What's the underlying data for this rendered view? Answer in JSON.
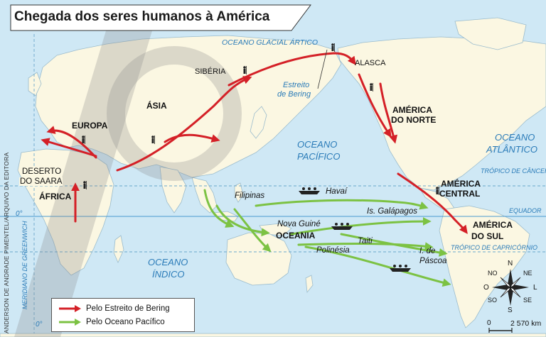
{
  "title": "Chegada dos seres humanos à América",
  "credit": "ANDERSON DE ANDRADE PIMENTEL/ARQUIVO DA EDITORA",
  "labels": {
    "oceano_glacial": "OCEANO GLACIAL ÁRTICO",
    "siberia": "SIBÉRIA",
    "alasca": "ALASCA",
    "estreito_1": "Estreito",
    "estreito_2": "de Bering",
    "asia": "ÁSIA",
    "europa": "EUROPA",
    "america_norte_1": "AMÉRICA",
    "america_norte_2": "DO NORTE",
    "oceano_atl_1": "OCEANO",
    "oceano_atl_2": "ATLÂNTICO",
    "oceano_pac_1": "OCEANO",
    "oceano_pac_2": "PACÍFICO",
    "deserto_1": "DESERTO",
    "deserto_2": "DO SAARA",
    "africa": "ÁFRICA",
    "tropico_cancer": "TRÓPICO DE CÂNCER",
    "america_central_1": "AMÉRICA",
    "america_central_2": "CENTRAL",
    "filipinas": "Filipinas",
    "havai": "Havaí",
    "galapagos": "Is. Galápagos",
    "equador": "EQUADOR",
    "zero_grau_eq": "0°",
    "nova_guine": "Nova Guiné",
    "oceania": "OCEANIA",
    "taiti": "Taiti",
    "america_sul_1": "AMÉRICA",
    "america_sul_2": "DO SUL",
    "polinesia": "Polinésia",
    "tropico_capricornio": "TRÓPICO DE CAPRICÓRNIO",
    "ilha_pascoa_1": "I. de",
    "ilha_pascoa_2": "Páscoa",
    "oceano_ind_1": "OCEANO",
    "oceano_ind_2": "ÍNDICO",
    "meridiano": "MERIDIANO DE GREENWICH",
    "zero_grau_mer": "0°"
  },
  "compass": {
    "n": "N",
    "s": "S",
    "l": "L",
    "o": "O",
    "ne": "NE",
    "no": "NO",
    "se": "SE",
    "so": "SO"
  },
  "scale": {
    "zero": "0",
    "value": "2 570 km"
  },
  "legend": {
    "bering": "Pelo Estreito de Bering",
    "pacifico": "Pelo Oceano Pacífico"
  },
  "colors": {
    "ocean": "#cfe8f5",
    "land": "#fbf7e2",
    "red_route": "#d42027",
    "green_route": "#7cc243",
    "label_blue": "#2a7bb8",
    "title_bg": "#ffffff"
  }
}
